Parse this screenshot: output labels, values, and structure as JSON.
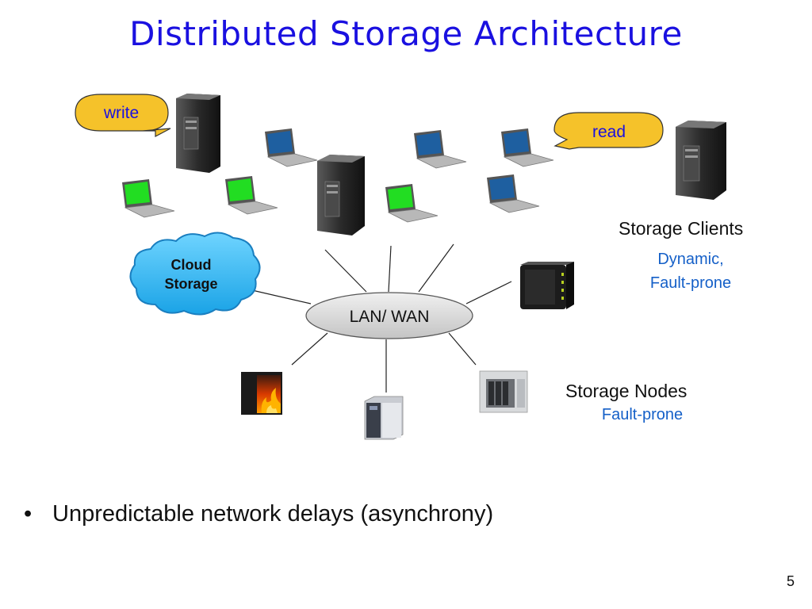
{
  "slide": {
    "title": "Distributed Storage Architecture",
    "page_number": "5"
  },
  "callouts": {
    "write": "write",
    "read": "read"
  },
  "cloud": {
    "line1": "Cloud",
    "line2": "Storage"
  },
  "hub": {
    "label": "LAN/ WAN"
  },
  "storage_clients": {
    "title": "Storage Clients",
    "line1": "Dynamic,",
    "line2": "Fault-prone"
  },
  "storage_nodes": {
    "title": "Storage Nodes",
    "subtitle": "Fault-prone"
  },
  "bullets": [
    "Unpredictable network delays (asynchrony)"
  ],
  "colors": {
    "title": "#1a10e0",
    "callout_fill": "#f5c22a",
    "cloud_fill": "#29b3ee",
    "hub_fill": "#d9d9d9",
    "accent_text": "#1560c8",
    "laptop_green": "#22dd22",
    "laptop_blue": "#1e5fa0"
  }
}
